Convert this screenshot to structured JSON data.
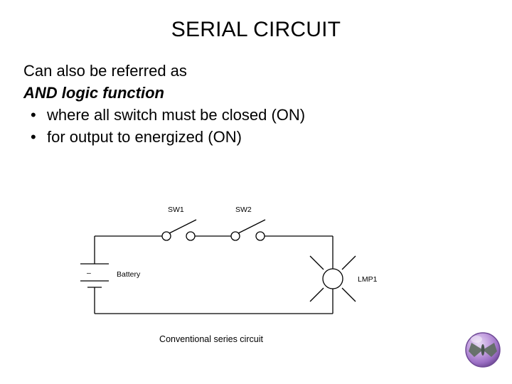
{
  "slide": {
    "title": "SERIAL CIRCUIT",
    "background_color": "#ffffff",
    "text_color": "#000000",
    "body": {
      "line1": "Can also be referred as",
      "line2_emphasis": "AND logic function",
      "bullet_glyph": "•",
      "bullets": [
        "where all switch must be closed (ON)",
        "for output to energized (ON)"
      ]
    }
  },
  "figure": {
    "caption": "Conventional series circuit",
    "labels": {
      "switch1": "SW1",
      "switch2": "SW2",
      "battery": "Battery",
      "lamp": "LMP1"
    },
    "battery_polarity_mark": "–",
    "stroke_color": "#000000",
    "fill_color": "#ffffff"
  },
  "logo": {
    "name": "butterfly-sphere-logo",
    "colors": {
      "sphere_light": "#cfa8e8",
      "sphere_mid": "#9b6fc4",
      "sphere_dark": "#6f4a96",
      "wing": "#5f6d62",
      "highlight": "#e8dcf4"
    }
  }
}
